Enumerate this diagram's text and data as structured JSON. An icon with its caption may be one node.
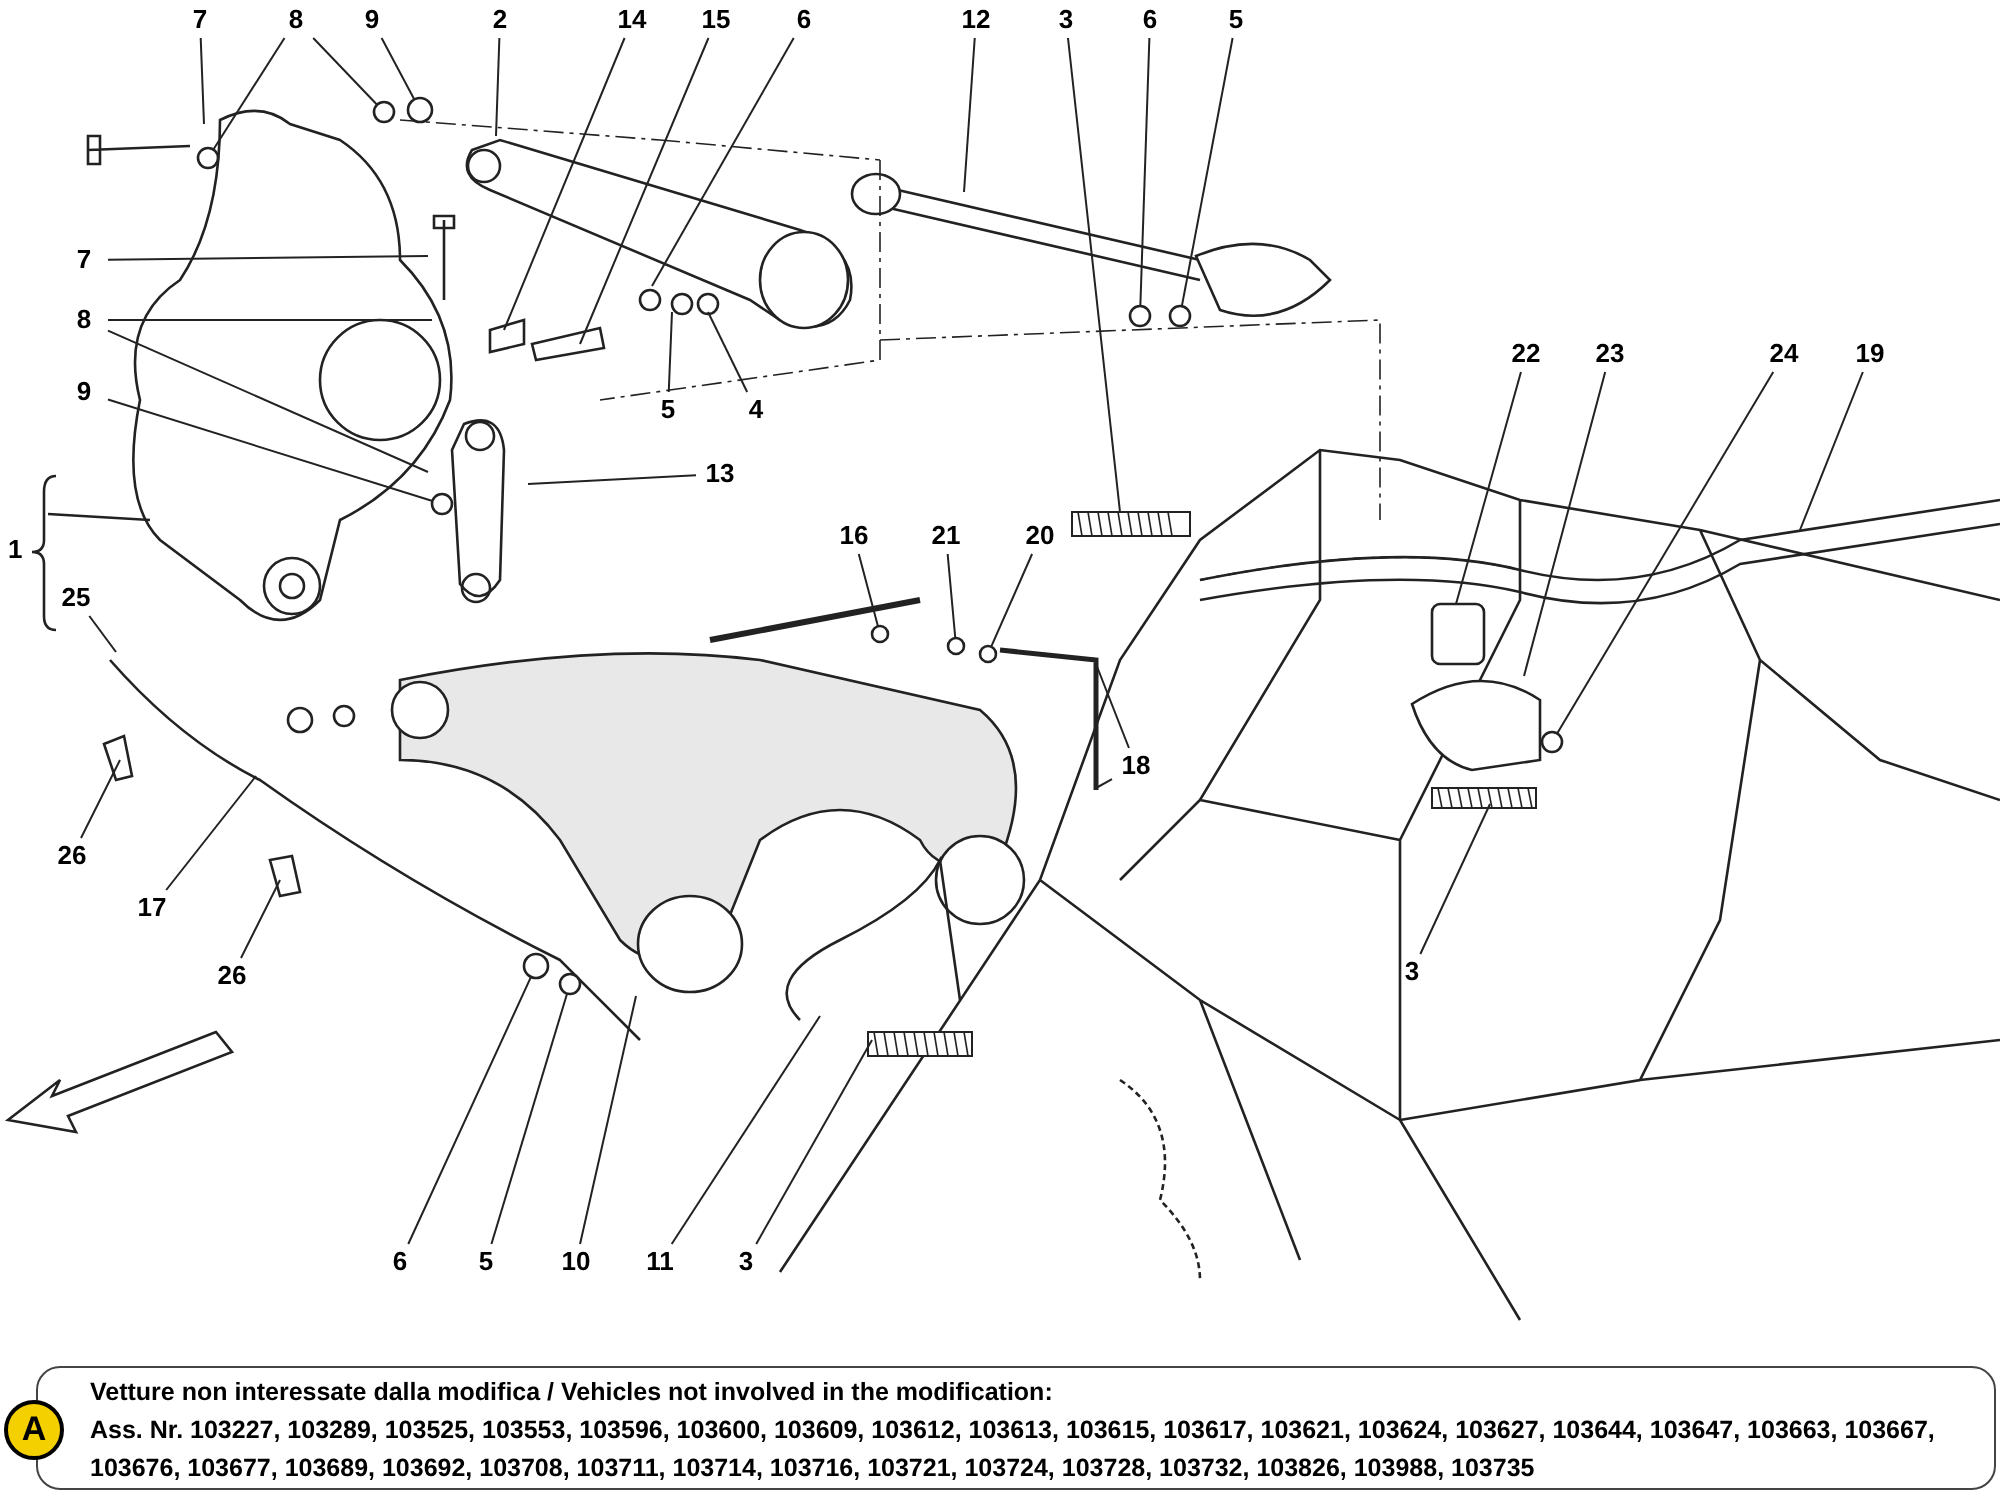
{
  "diagram": {
    "nodes": [
      {
        "text": [
          "7"
        ]
      },
      {
        "text": [
          "8"
        ]
      },
      {
        "text": [
          "9"
        ]
      },
      {
        "text": [
          "2"
        ]
      },
      {
        "text": [
          "14"
        ]
      },
      {
        "text": [
          "15"
        ]
      },
      {
        "text": [
          "6"
        ]
      },
      {
        "text": [
          "12"
        ]
      },
      {
        "text": [
          "3"
        ]
      },
      {
        "text": [
          "6"
        ]
      },
      {
        "text": [
          "5"
        ]
      },
      {
        "text": [
          "7"
        ]
      },
      {
        "text": [
          "8"
        ]
      },
      {
        "text": [
          "9"
        ]
      },
      {
        "text": [
          "5"
        ]
      },
      {
        "text": [
          "4"
        ]
      },
      {
        "text": [
          "13"
        ]
      },
      {
        "text": [
          "22"
        ]
      },
      {
        "text": [
          "23"
        ]
      },
      {
        "text": [
          "24"
        ]
      },
      {
        "text": [
          "19"
        ]
      },
      {
        "text": [
          "16"
        ]
      },
      {
        "text": [
          "21"
        ]
      },
      {
        "text": [
          "20"
        ]
      },
      {
        "text": [
          "25"
        ]
      },
      {
        "text": [
          "18"
        ]
      },
      {
        "text": [
          "26"
        ]
      },
      {
        "text": [
          "17"
        ]
      },
      {
        "text": [
          "26"
        ]
      },
      {
        "text": [
          "3"
        ]
      },
      {
        "text": [
          "6"
        ]
      },
      {
        "text": [
          "5"
        ]
      },
      {
        "text": [
          "10"
        ]
      },
      {
        "text": [
          "11"
        ]
      },
      {
        "text": [
          "3"
        ]
      },
      {
        "text": [
          "A"
        ]
      },
      {
        "text": [],
        "shape": "circle"
      },
      {
        "text": [],
        "shape": "circle"
      },
      {
        "text": [],
        "shape": "circle"
      },
      {
        "text": [],
        "shape": "circle"
      },
      {
        "text": [],
        "shape": "circle"
      },
      {
        "text": [],
        "shape": "circle"
      },
      {
        "text": [],
        "shape": "circle"
      },
      {
        "text": [],
        "shape": "circle"
      },
      {
        "text": [],
        "shape": "circle"
      },
      {
        "text": [],
        "shape": "circle"
      },
      {
        "text": [],
        "shape": "circle"
      },
      {
        "text": [],
        "shape": "circle"
      }
    ],
    "edges": [
      {
        "from": 0,
        "to": null,
        "arrow": "none"
      },
      {
        "from": 1,
        "to": 36,
        "arrow": "none"
      },
      {
        "from": 1,
        "to": 37,
        "arrow": "none"
      },
      {
        "from": 2,
        "to": 38,
        "arrow": "none"
      },
      {
        "from": 3,
        "to": null,
        "arrow": "none"
      },
      {
        "from": 4,
        "to": null,
        "arrow": "none"
      },
      {
        "from": 5,
        "to": null,
        "arrow": "none"
      },
      {
        "from": 6,
        "to": null,
        "arrow": "none"
      },
      {
        "from": 7,
        "to": null,
        "arrow": "none"
      },
      {
        "from": 8,
        "to": null,
        "arrow": "none"
      },
      {
        "from": 9,
        "to": 39,
        "arrow": "none"
      },
      {
        "from": 10,
        "to": 40,
        "arrow": "none"
      },
      {
        "from": 11,
        "to": null,
        "arrow": "none"
      },
      {
        "from": 12,
        "to": null,
        "arrow": "none"
      },
      {
        "from": 12,
        "to": null,
        "arrow": "none"
      },
      {
        "from": 13,
        "to": 41,
        "arrow": "none"
      },
      {
        "from": 14,
        "to": null,
        "arrow": "none"
      },
      {
        "from": 15,
        "to": null,
        "arrow": "none"
      },
      {
        "from": 16,
        "to": null,
        "arrow": "none"
      },
      {
        "from": 17,
        "to": null,
        "arrow": "none"
      },
      {
        "from": 18,
        "to": null,
        "arrow": "none"
      },
      {
        "from": 19,
        "to": 42,
        "arrow": "none"
      },
      {
        "from": 20,
        "to": null,
        "arrow": "none"
      },
      {
        "from": 21,
        "to": 43,
        "arrow": "none"
      },
      {
        "from": 22,
        "to": 44,
        "arrow": "none"
      },
      {
        "from": 23,
        "to": 45,
        "arrow": "none"
      },
      {
        "from": 24,
        "to": null,
        "arrow": "none"
      },
      {
        "from": 25,
        "to": null,
        "arrow": "none"
      },
      {
        "from": 25,
        "to": null,
        "arrow": "none"
      },
      {
        "from": 26,
        "to": null,
        "arrow": "none"
      },
      {
        "from": 27,
        "to": null,
        "arrow": "none"
      },
      {
        "from": 28,
        "to": null,
        "arrow": "none"
      },
      {
        "from": 29,
        "to": null,
        "arrow": "none"
      },
      {
        "from": 30,
        "to": 46,
        "arrow": "none"
      },
      {
        "from": 31,
        "to": 47,
        "arrow": "none"
      },
      {
        "from": 32,
        "to": null,
        "arrow": "none"
      },
      {
        "from": 33,
        "to": null,
        "arrow": "none"
      },
      {
        "from": 34,
        "to": null,
        "arrow": "none"
      }
    ],
    "labels": [
      "1",
      "Vetture non interessate dalla modifica / Vehicles not involved in the modification:",
      "Ass. Nr. 103227, 103289, 103525, 103553, 103596, 103600, 103609, 103612, 103613, 103615, 103617, 103621, 103624, 103627, 103644, 103647, 103663, 103667, 103676, 103677, 103689, 103692, 103708, 103711, 103714, 103716, 103721, 103724, 103728, 103732, 103826, 103988, 103735"
    ]
  }
}
